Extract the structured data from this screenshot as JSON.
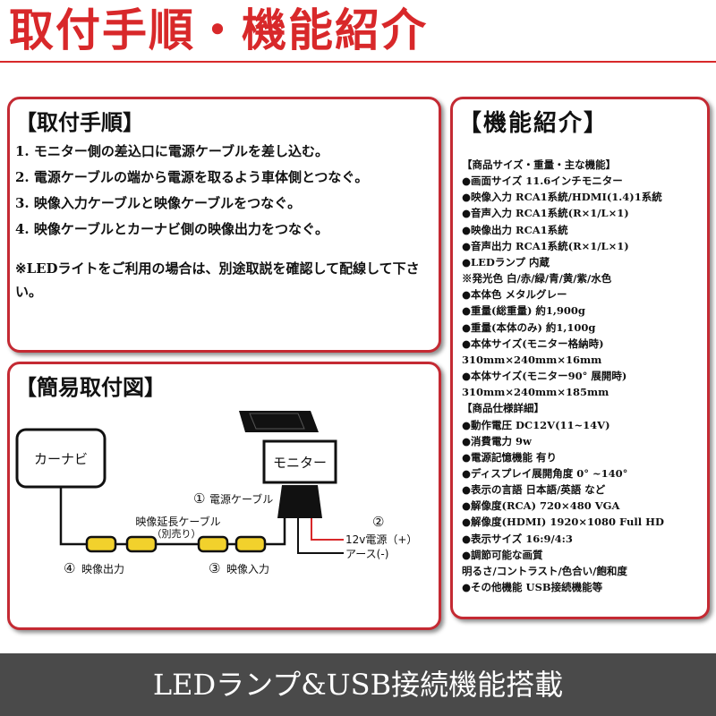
{
  "header": {
    "title": "取付手順・機能紹介"
  },
  "install": {
    "heading": "【取付手順】",
    "steps": [
      "1. モニター側の差込口に電源ケーブルを差し込む。",
      "2. 電源ケーブルの端から電源を取るよう車体側とつなぐ。",
      "3. 映像入力ケーブルと映像ケーブルをつなぐ。",
      "4. 映像ケーブルとカーナビ側の映像出力をつなぐ。"
    ],
    "note": "※LEDライトをご利用の場合は、別途取説を確認して配線して下さい。"
  },
  "diagram": {
    "heading": "【簡易取付図】",
    "navi_label": "カーナビ",
    "monitor_label": "モニター",
    "power_cable_num": "①",
    "power_cable_label": "電源ケーブル",
    "num2": "②",
    "power12v": "12v電源（+）",
    "ground": "アース(-)",
    "ext_cable_label": "映像延長ケーブル",
    "ext_cable_note": "（別売り）",
    "num4": "④",
    "video_out": "映像出力",
    "num3": "③",
    "video_in": "映像入力"
  },
  "features": {
    "heading": "【機能紹介】",
    "lines": [
      "【商品サイズ・重量・主な機能】",
      "●画面サイズ 11.6インチモニター",
      "●映像入力 RCA1系統/HDMI(1.4)1系統",
      "●音声入力 RCA1系統(R×1/L×1)",
      "●映像出力 RCA1系統",
      "●音声出力 RCA1系統(R×1/L×1)",
      "●LEDランプ 内蔵",
      "※発光色 白/赤/緑/青/黄/紫/水色",
      "●本体色 メタルグレー",
      "●重量(総重量) 約1,900g",
      "●重量(本体のみ) 約1,100g",
      "●本体サイズ(モニター格納時)",
      "310mm×240mm×16mm",
      "●本体サイズ(モニター90° 展開時)",
      "310mm×240mm×185mm",
      "【商品仕様詳細】",
      "●動作電圧 DC12V(11~14V)",
      "●消費電力 9w",
      "●電源記憶機能 有り",
      "●ディスプレイ展開角度 0° ~140°",
      "●表示の言語 日本語/英語 など",
      "●解像度(RCA) 720×480 VGA",
      "●解像度(HDMI) 1920×1080 Full HD",
      "●表示サイズ 16:9/4:3",
      "●調節可能な画質",
      "明るさ/コントラスト/色合い/飽和度",
      "●その他機能 USB接続機能等"
    ]
  },
  "footer": {
    "banner": "LEDランプ&USB接続機能搭載"
  }
}
